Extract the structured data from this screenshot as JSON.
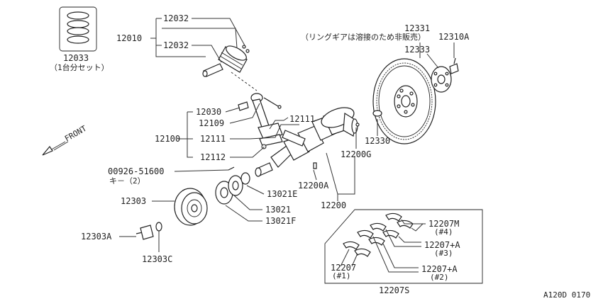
{
  "labels": {
    "p12032a": "12032",
    "p12010": "12010",
    "p12032b": "12032",
    "p12033": "12033",
    "p12033_note": "（1台分セット）",
    "p12331": "12331",
    "p12331_note": "（リングギアは溶接のため非販売）",
    "p12310A": "12310A",
    "p12333": "12333",
    "p12030": "12030",
    "p12109": "12109",
    "p12111a": "12111",
    "p12111b": "12111",
    "p12100": "12100",
    "p12112": "12112",
    "p12330": "12330",
    "p12200G": "12200G",
    "front": "FRONT",
    "p00926": "00926-51600",
    "p00926_note": "キ－（2）",
    "p12200A": "12200A",
    "p13021E": "13021E",
    "p12303": "12303",
    "p13021": "13021",
    "p12200": "12200",
    "p13021F": "13021F",
    "p12207M": "12207M",
    "p12207M_note": "(#4)",
    "p12303A": "12303A",
    "p12207A_3": "12207+A",
    "p12207A_3_note": "(#3)",
    "p12303C": "12303C",
    "p12207": "12207",
    "p12207_note": "(#1)",
    "p12207A_2": "12207+A",
    "p12207A_2_note": "(#2)",
    "p12207S": "12207S",
    "diagram_code": "A120D 0170"
  }
}
